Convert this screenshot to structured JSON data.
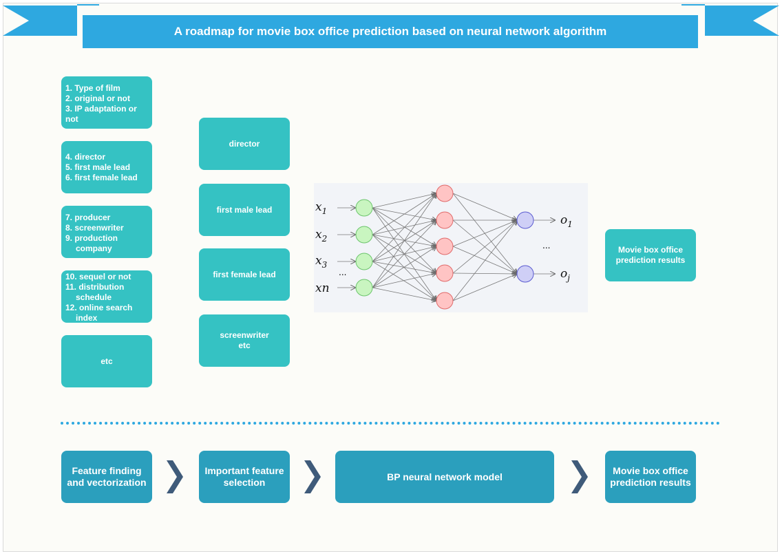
{
  "title": "A roadmap for movie box office prediction based on neural network algorithm",
  "feature_groups": [
    {
      "lines": [
        "1. Type of film",
        "2. original or not",
        "3. IP adaptation or",
        "not"
      ]
    },
    {
      "lines": [
        "4. director",
        "5. first male lead",
        "6. first female lead"
      ]
    },
    {
      "lines": [
        "7. producer",
        "8. screenwriter",
        "9. production",
        "company"
      ]
    },
    {
      "lines": [
        "10. sequel or not",
        "11. distribution",
        "schedule",
        "12. online search",
        "index"
      ]
    },
    {
      "label": "etc"
    }
  ],
  "important_features": [
    "director",
    "first male lead",
    "first female lead",
    "screenwriter etc"
  ],
  "result_box": "Movie box office prediction results",
  "network": {
    "inputs": [
      "x1",
      "x2",
      "x3",
      "...",
      "xn"
    ],
    "outputs": [
      "o1",
      "...",
      "oj"
    ],
    "input_color": "#c9f5c0",
    "hidden_color": "#ffc4c4",
    "output_color": "#cfcff6"
  },
  "flow_steps": [
    "Feature finding and vectorization",
    "Important feature selection",
    "BP neural network model",
    "Movie box office prediction results"
  ],
  "colors": {
    "title_bar": "#2ea8e0",
    "box_teal": "#35c2c3",
    "flow_box": "#2b9fbd",
    "chevron": "#3f5b7a"
  }
}
